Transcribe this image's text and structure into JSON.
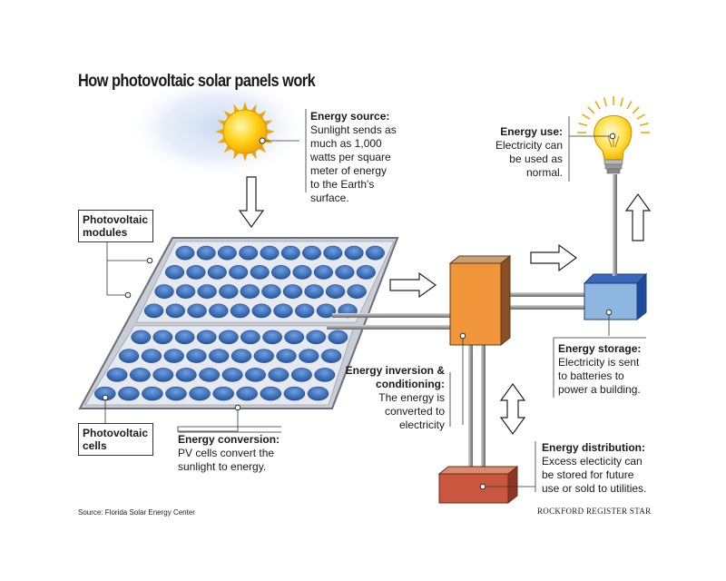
{
  "title": "How photovoltaic solar panels work",
  "energy_source": {
    "heading": "Energy source:",
    "lines": [
      "Sunlight sends as",
      "much as 1,000",
      "watts per square",
      "meter of energy",
      "to the Earth's",
      "surface."
    ]
  },
  "energy_use": {
    "heading": "Energy use:",
    "lines": [
      "Electricity can",
      "be used as",
      "normal."
    ]
  },
  "photovoltaic_modules": {
    "lines": [
      "Photovoltaic",
      "modules"
    ]
  },
  "photovoltaic_cells": {
    "lines": [
      "Photovoltaic",
      "cells"
    ]
  },
  "energy_conversion": {
    "heading": "Energy conversion:",
    "lines": [
      "PV cells convert the",
      "sunlight to energy."
    ]
  },
  "energy_inversion": {
    "heading_lines": [
      "Energy inversion &",
      "conditioning:"
    ],
    "lines": [
      "The energy is",
      "converted to",
      "electricity"
    ]
  },
  "energy_storage": {
    "heading": "Energy storage:",
    "lines": [
      "Electricity is sent",
      "to batteries to",
      "power a building."
    ]
  },
  "energy_distribution": {
    "heading": "Energy distribution:",
    "lines": [
      "Excess electicity can",
      "be stored for future",
      "use or sold to utilities."
    ]
  },
  "source": "Source: Florida Solar Energy Center",
  "credit": "ROCKFORD REGISTER STAR",
  "colors": {
    "panel_blue": "#2a5fa8",
    "inverter_orange": "#f0953a",
    "storage_blue": "#8fb6e0",
    "distribution_red": "#c8573d",
    "sun_yellow": "#ffd21a"
  }
}
